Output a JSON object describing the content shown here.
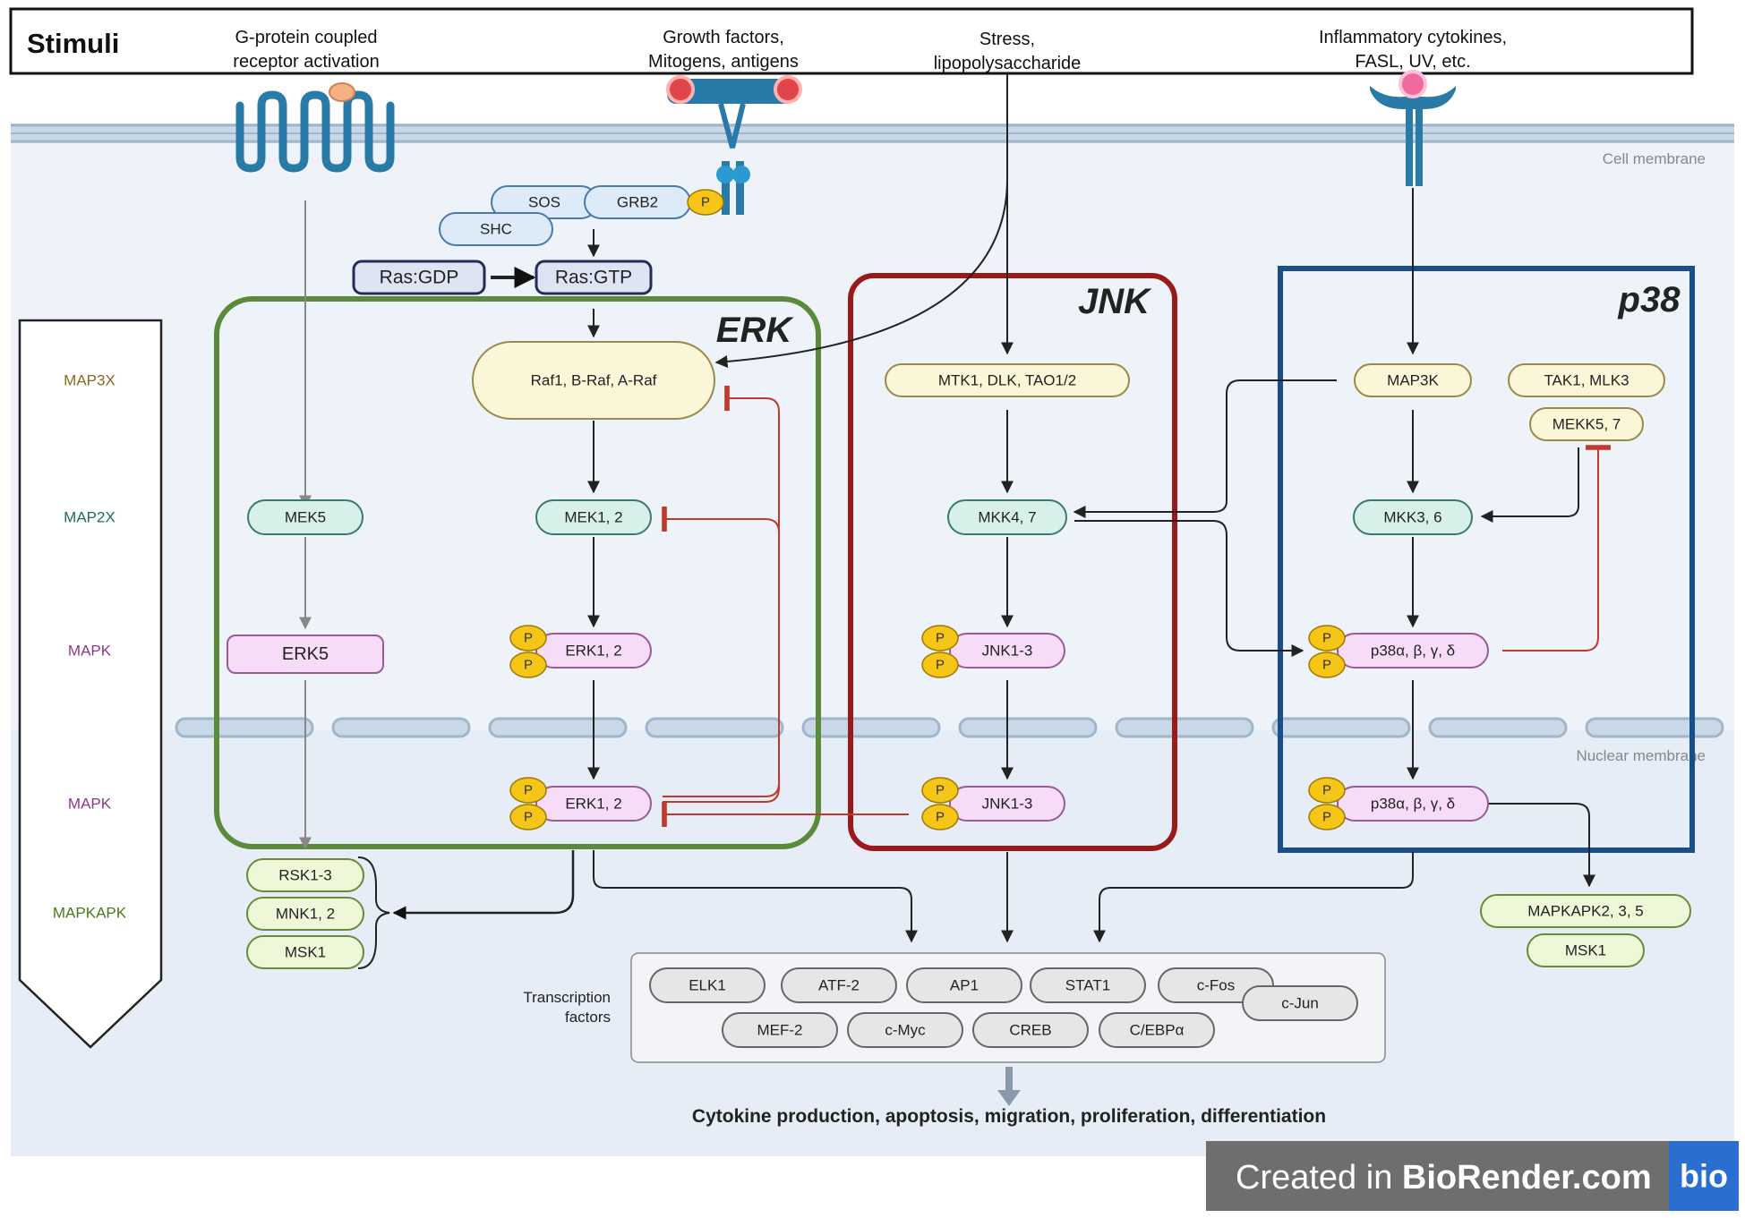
{
  "stimuli": {
    "label": "Stimuli",
    "items": [
      [
        "G-protein coupled",
        "receptor activation"
      ],
      [
        "Growth factors,",
        "Mitogens, antigens"
      ],
      [
        "Stress,",
        "lipopolysaccharide"
      ],
      [
        "Inflammatory cytokines,",
        "FASL, UV, etc."
      ]
    ]
  },
  "membranes": {
    "cell": "Cell membrane",
    "nuclear": "Nuclear membrane"
  },
  "levels": [
    {
      "label": "MAP3X",
      "color": "#8a6a1a"
    },
    {
      "label": "MAP2X",
      "color": "#1f6e5e"
    },
    {
      "label": "MAPK",
      "color": "#8b3a8b"
    },
    {
      "label": "MAPK",
      "color": "#8b3a8b"
    },
    {
      "label": "MAPKAPK",
      "color": "#4a7a1a"
    }
  ],
  "upstream": {
    "sos": "SOS",
    "grb2": "GRB2",
    "shc": "SHC",
    "p": "P",
    "ras_gdp": "Ras:GDP",
    "ras_gtp": "Ras:GTP"
  },
  "families": {
    "erk": {
      "title": "ERK",
      "color": "#5a8a3a",
      "title_color": "#2e6a1e"
    },
    "jnk": {
      "title": "JNK",
      "color": "#9a1a1a",
      "title_color": "#9a1a1a"
    },
    "p38": {
      "title": "p38",
      "color": "#1a4e8a",
      "title_color": "#1a4e8a"
    }
  },
  "nodes": {
    "raf": "Raf1, B-Raf, A-Raf",
    "mtk": "MTK1, DLK, TAO1/2",
    "map3k": "MAP3K",
    "tak": "TAK1, MLK3",
    "mekk": "MEKK5, 7",
    "mek5": "MEK5",
    "mek12": "MEK1, 2",
    "mkk47": "MKK4, 7",
    "mkk36": "MKK3, 6",
    "erk5": "ERK5",
    "erk12_cyto": "ERK1, 2",
    "jnk_cyto": "JNK1-3",
    "p38_cyto": "p38α, β, γ, δ",
    "erk12_nuc": "ERK1, 2",
    "jnk_nuc": "JNK1-3",
    "p38_nuc": "p38α, β, γ, δ",
    "rsk": "RSK1-3",
    "mnk": "MNK1, 2",
    "msk_left": "MSK1",
    "mapkapk": "MAPKAPK2, 3, 5",
    "msk_right": "MSK1"
  },
  "transcription": {
    "label": [
      "Transcription",
      "factors"
    ],
    "items": [
      "ELK1",
      "ATF-2",
      "AP1",
      "STAT1",
      "c-Fos",
      "c-Jun",
      "MEF-2",
      "c-Myc",
      "CREB",
      "C/EBPα"
    ]
  },
  "outcome": "Cytokine production, apoptosis, migration, proliferation, differentiation",
  "credit": {
    "prefix": "Created in ",
    "brand": "BioRender.com",
    "logo": "bio"
  },
  "colors": {
    "map3k_fill": "#fbf6d8",
    "map3k_stroke": "#9a8a4a",
    "map2k_fill": "#d8f0ea",
    "map2k_stroke": "#3a7a6a",
    "mapk_fill": "#f6dcf6",
    "mapk_stroke": "#9a5a9a",
    "mapkapk_fill": "#eef8d8",
    "mapkapk_stroke": "#6a8a3a",
    "tf_fill": "#e6e6e6",
    "tf_stroke": "#666666",
    "phos_fill": "#f5c518",
    "phos_stroke": "#a07a00",
    "inhibit": "#c0392b",
    "receptor": "#2a7aa8"
  }
}
